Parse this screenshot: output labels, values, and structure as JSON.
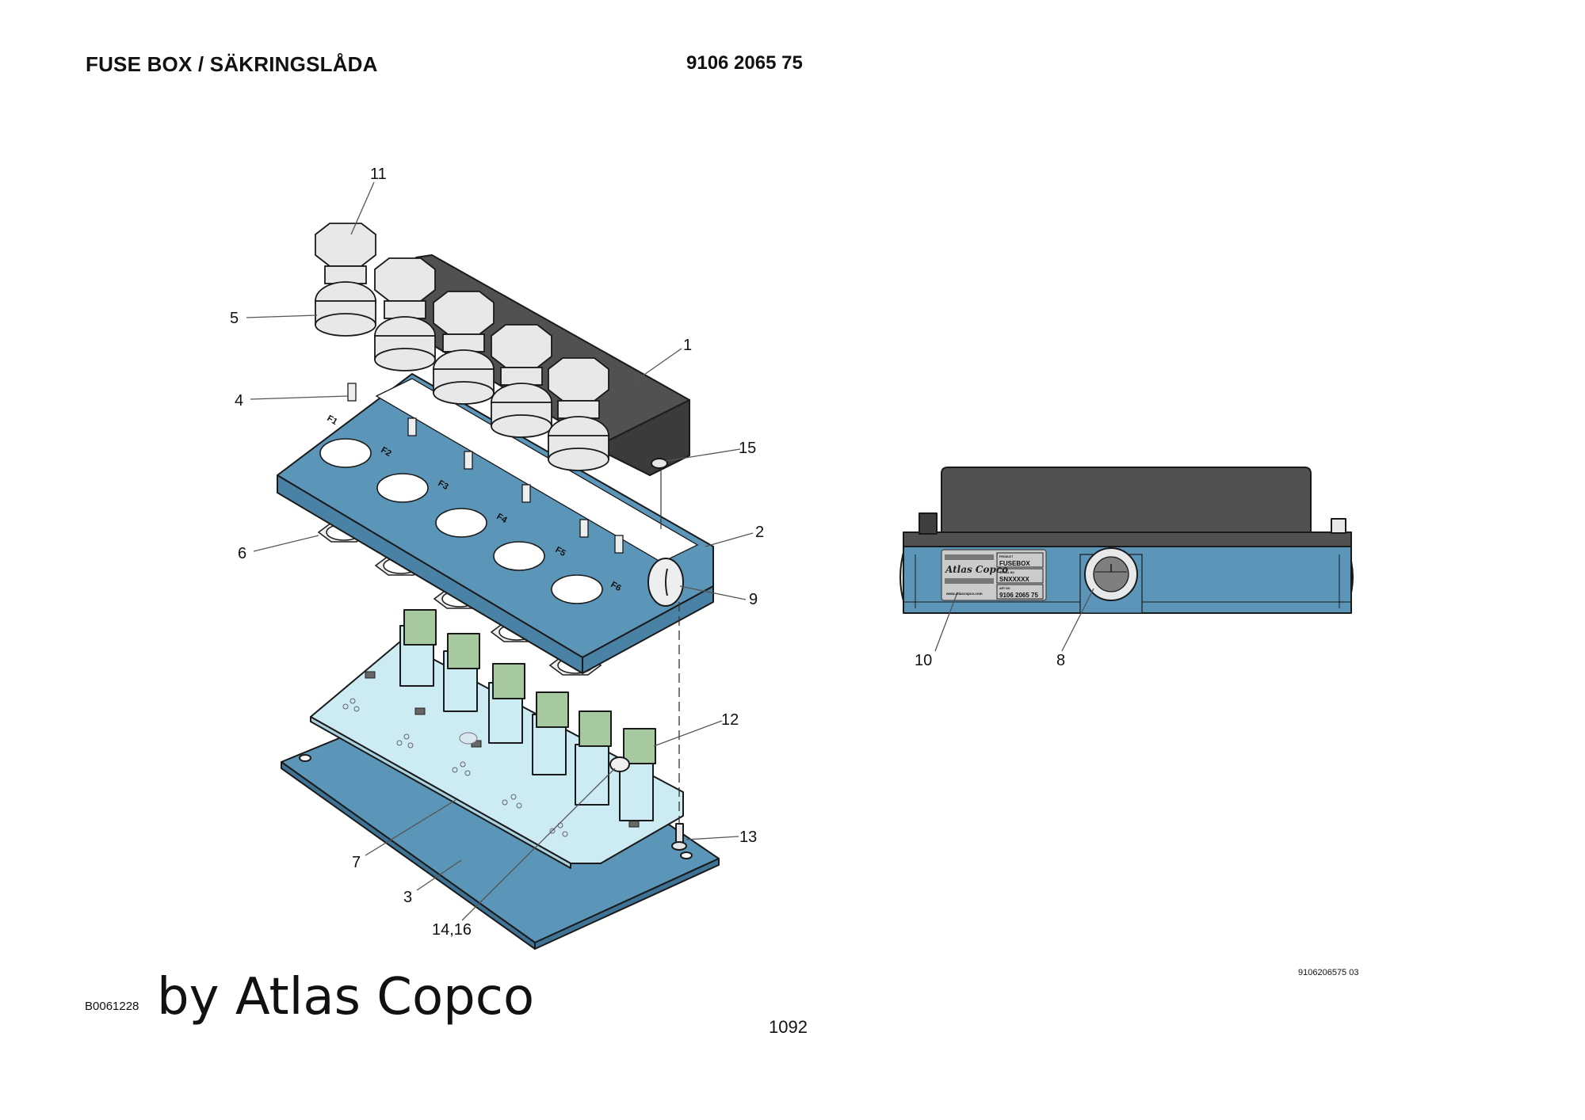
{
  "header": {
    "title": "FUSE BOX / SÄKRINGSLÅDA",
    "part_number": "9106 2065 75"
  },
  "footer": {
    "figure_code": "B0061228",
    "brand_line": "by Atlas Copco",
    "page_number": "1092",
    "document_ref": "9106206575 03"
  },
  "exploded_view": {
    "fuse_position_labels": [
      "F1",
      "F2",
      "F3",
      "F4",
      "F5",
      "F6"
    ],
    "callouts": [
      {
        "id": "11",
        "part": "fuse-holder-cap"
      },
      {
        "id": "5",
        "part": "fuse-holder"
      },
      {
        "id": "1",
        "part": "cover"
      },
      {
        "id": "4",
        "part": "guide-pin"
      },
      {
        "id": "15",
        "part": "cover-screw"
      },
      {
        "id": "2",
        "part": "housing"
      },
      {
        "id": "6",
        "part": "hex-nut"
      },
      {
        "id": "9",
        "part": "blanking-plug"
      },
      {
        "id": "12",
        "part": "blade-fuse"
      },
      {
        "id": "13",
        "part": "screw"
      },
      {
        "id": "7",
        "part": "circuit-board"
      },
      {
        "id": "3",
        "part": "base-plate"
      },
      {
        "id": "14,16",
        "part": "pcb-components"
      }
    ]
  },
  "side_view": {
    "callouts": [
      {
        "id": "10",
        "part": "rating-plate"
      },
      {
        "id": "8",
        "part": "cable-gland"
      }
    ],
    "rating_plate": {
      "logo": "Atlas Copco",
      "product_label": "PRODUCT",
      "product_value": "FUSEBOX",
      "serial_label": "SERIAL NO",
      "serial_value": "SNXXXXX",
      "art_label": "ART NO",
      "art_value": "9106 2065 75",
      "website": "www.atlascopco.com"
    }
  },
  "colors": {
    "housing_blue": "#5b95b8",
    "cover_dark": "#4f5153",
    "pcb_light": "#cdebf3",
    "fuse_green": "#a6c9a0",
    "metal_light": "#e4e6e8"
  }
}
